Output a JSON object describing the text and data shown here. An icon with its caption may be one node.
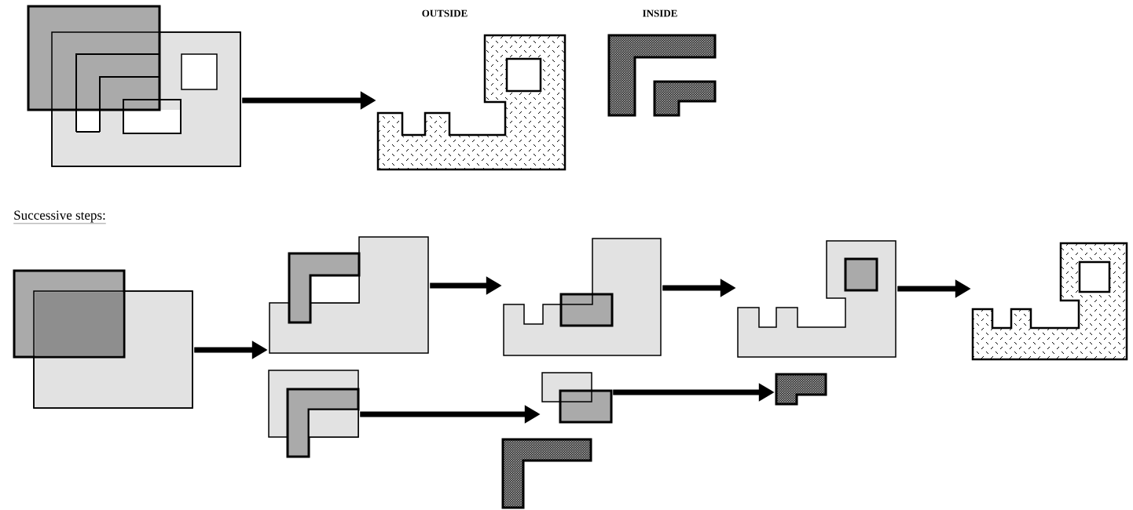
{
  "diagram": {
    "nodes": [
      {
        "text": [],
        "shape": "picture"
      },
      {
        "text": [
          "OUTSIDE"
        ]
      },
      {
        "text": [
          "INSIDE"
        ]
      },
      {
        "text": [],
        "shape": "picture"
      },
      {
        "text": [],
        "shape": "picture"
      },
      {
        "text": [],
        "shape": "picture"
      },
      {
        "text": [],
        "shape": "picture"
      },
      {
        "text": [],
        "shape": "picture"
      },
      {
        "text": [],
        "shape": "picture"
      },
      {
        "text": [],
        "shape": "picture"
      },
      {
        "text": [],
        "shape": "picture"
      },
      {
        "text": [],
        "shape": "picture"
      }
    ],
    "edges": [
      {
        "from": 0,
        "to": 1,
        "arrow": "to"
      },
      {
        "from": 3,
        "to": 4,
        "arrow": "to"
      },
      {
        "from": 4,
        "to": 6,
        "arrow": "to"
      },
      {
        "from": 5,
        "to": 7,
        "arrow": "to"
      },
      {
        "from": 6,
        "to": 9,
        "arrow": "to"
      },
      {
        "from": 7,
        "to": 10,
        "arrow": "to"
      },
      {
        "from": 9,
        "to": 11,
        "arrow": "to"
      }
    ],
    "labels": [
      "Successive steps:"
    ]
  }
}
